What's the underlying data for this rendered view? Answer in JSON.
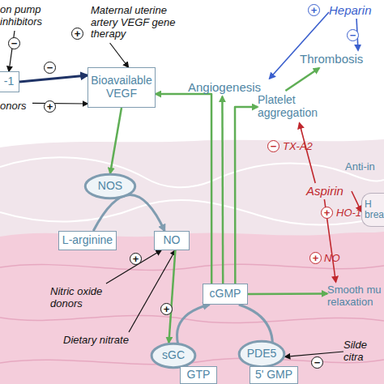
{
  "diagram": {
    "nodes": [
      {
        "text": [
          "on pump inhibitors"
        ]
      },
      {
        "text": [
          "Maternal uterine artery VEGF gene therapy"
        ]
      },
      {
        "text": [
          "Heparin"
        ]
      },
      {
        "text": [
          "Thrombosis"
        ]
      },
      {
        "text": [
          "Angiogenesis"
        ]
      },
      {
        "text": [
          "-1"
        ]
      },
      {
        "text": [
          "Bioavailable VEGF"
        ]
      },
      {
        "text": [
          "onors"
        ]
      },
      {
        "text": [
          "Platelet aggregation"
        ]
      },
      {
        "text": [
          "Aspirin"
        ]
      },
      {
        "text": [
          "H brea"
        ]
      },
      {
        "text": [
          "NOS"
        ]
      },
      {
        "text": [
          "L-arginine"
        ]
      },
      {
        "text": [
          "NO"
        ]
      },
      {
        "text": [
          "Nitric oxide donors"
        ]
      },
      {
        "text": [
          "Smooth mu relaxation"
        ]
      },
      {
        "text": [
          "Dietary nitrate"
        ]
      },
      {
        "text": [
          "sGC"
        ]
      },
      {
        "text": [
          "cGMP"
        ]
      },
      {
        "text": [
          "PDE5"
        ]
      },
      {
        "text": [
          "Silde citra"
        ]
      },
      {
        "text": [
          "GTP"
        ]
      },
      {
        "text": [
          "5' GMP"
        ]
      }
    ],
    "edges": [
      {
        "from": 0,
        "to": 5,
        "arrow": "to"
      },
      {
        "from": 5,
        "to": 6,
        "arrow": "to"
      },
      {
        "from": 7,
        "to": 6,
        "arrow": "to"
      },
      {
        "from": 1,
        "to": 6,
        "arrow": "to"
      },
      {
        "from": 6,
        "to": 11,
        "arrow": "to"
      },
      {
        "from": 18,
        "to": 6,
        "arrow": "to"
      },
      {
        "from": 18,
        "to": 4,
        "arrow": "to"
      },
      {
        "from": 18,
        "to": 8,
        "arrow": "to"
      },
      {
        "from": 8,
        "to": 3,
        "arrow": "to"
      },
      {
        "from": 2,
        "to": 4,
        "arrow": "to"
      },
      {
        "from": 2,
        "to": 3,
        "arrow": "to"
      },
      {
        "from": 9,
        "to": 8,
        "label": "TX-A2",
        "arrow": "to"
      },
      {
        "from": 9,
        "to": 10,
        "label": "HO-1",
        "arrow": "to"
      },
      {
        "from": 9,
        "to": 15,
        "label": "NO",
        "arrow": "to"
      },
      {
        "from": 12,
        "to": 13,
        "arrow": "to"
      },
      {
        "from": 14,
        "to": 13,
        "arrow": "to"
      },
      {
        "from": 16,
        "to": 13,
        "arrow": "to"
      },
      {
        "from": 13,
        "to": 17,
        "arrow": "to"
      },
      {
        "from": 18,
        "to": 15,
        "arrow": "to"
      },
      {
        "from": 21,
        "to": 18,
        "arrow": "to"
      },
      {
        "from": 18,
        "to": 22,
        "arrow": "to"
      },
      {
        "from": 20,
        "to": 19,
        "arrow": "to"
      }
    ],
    "labels": [
      "−",
      "−",
      "+",
      "+",
      "+",
      "−",
      "−",
      "+",
      "+",
      "+",
      "+",
      "−",
      "Anti-in"
    ]
  }
}
